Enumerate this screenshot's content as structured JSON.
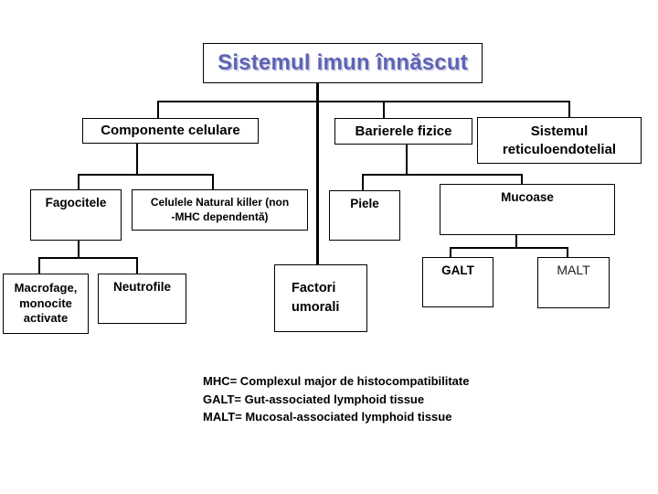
{
  "slide_title": "Sistemul imun înnăscut",
  "colors": {
    "title_text": "#5e63b2",
    "title_shadow": "#c6c6e2",
    "line": "#000000",
    "box_border": "#000000",
    "background": "#ffffff"
  },
  "nodes": {
    "componente": "Componente celulare",
    "barierele": "Barierele fizice",
    "reticulo": "Sistemul\nreticuloendotelial",
    "fagocitele": "Fagocitele",
    "nk": "Celulele Natural killer (non\n-MHC dependentă)",
    "piele": "Piele",
    "mucoase": "Mucoase",
    "macrofage": "Macrofage,\nmonocite\nactivate",
    "neutrofile": "Neutrofile",
    "factori": "Factori\numorali",
    "galt": "GALT",
    "malt": "MALT"
  },
  "legend": {
    "lines": [
      "MHC= Complexul major de histocompatibilitate",
      "GALT= Gut-associated lymphoid tissue",
      "MALT= Mucosal-associated lymphoid tissue"
    ]
  }
}
